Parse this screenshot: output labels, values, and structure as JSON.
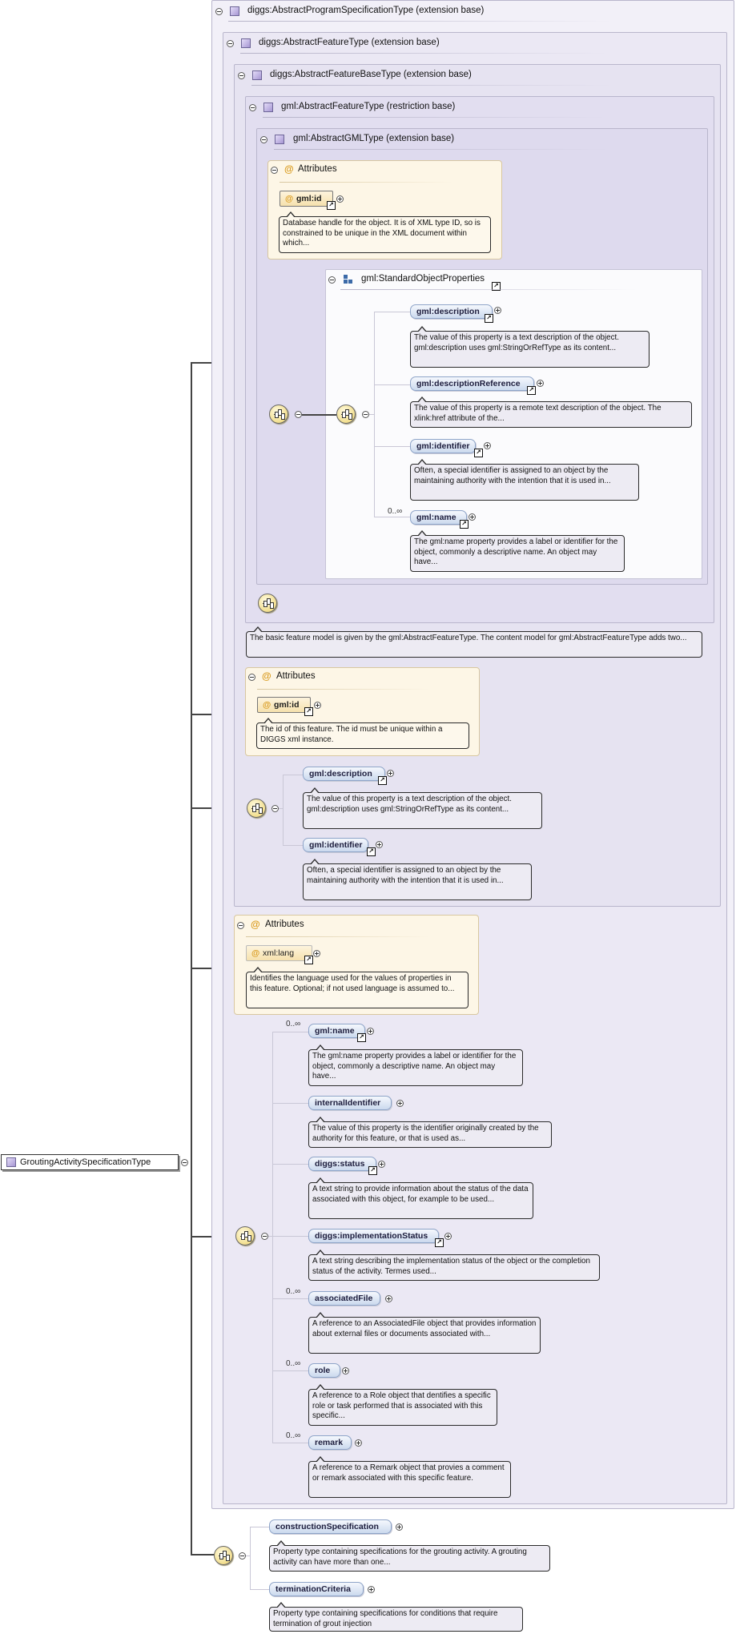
{
  "root": {
    "label": "GroutingActivitySpecificationType"
  },
  "groups": {
    "program_spec": "diggs:AbstractProgramSpecificationType (extension base)",
    "feature": "diggs:AbstractFeatureType (extension base)",
    "feature_base": "diggs:AbstractFeatureBaseType (extension base)",
    "gml_feature": "gml:AbstractFeatureType (restriction base)",
    "gml_type": "gml:AbstractGMLType (extension base)",
    "std_props": "gml:StandardObjectProperties"
  },
  "attributes_label": "Attributes",
  "attrs": {
    "gml_id_1": {
      "name": "gml:id",
      "doc": "Database handle for the object. It is of XML type ID, so is constrained to be unique in the XML document within which..."
    },
    "gml_id_2": {
      "name": "gml:id",
      "doc": "The id of this feature. The id must be unique within a DIGGS xml instance."
    },
    "xml_lang": {
      "name": "xml:lang",
      "doc": "Identifies the language used for the values of properties in this feature. Optional; if not used language is assumed to..."
    }
  },
  "std_elements": [
    {
      "name": "gml:description",
      "doc": "The value of this property is a text description of the object. gml:description uses gml:StringOrRefType as its content..."
    },
    {
      "name": "gml:descriptionReference",
      "doc": "The value of this property is a remote text description of the object. The xlink:href attribute of the..."
    },
    {
      "name": "gml:identifier",
      "doc": "Often, a special identifier is assigned to an object by the maintaining authority with the intention that it is used in..."
    },
    {
      "name": "gml:name",
      "occ": "0..∞",
      "doc": "The gml:name property provides a label or identifier for the object, commonly a descriptive name. An object may have..."
    }
  ],
  "gml_feature_doc": "The basic feature model is given by the gml:AbstractFeatureType. The content model for gml:AbstractFeatureType adds two...",
  "feature_elements": [
    {
      "name": "gml:description",
      "doc": "The value of this property is a text description of the object. gml:description uses gml:StringOrRefType as its content..."
    },
    {
      "name": "gml:identifier",
      "doc": "Often, a special identifier is assigned to an object by the maintaining authority with the intention that it is used in..."
    }
  ],
  "program_elements": [
    {
      "name": "gml:name",
      "occ": "0..∞",
      "doc": "The gml:name property provides a label or identifier for the object, commonly a descriptive name. An object may have..."
    },
    {
      "name": "internalIdentifier",
      "doc": "The value of this property is the identifier originally created by the authority for this feature, or that is used as..."
    },
    {
      "name": "diggs:status",
      "doc": "A text string to provide information about the status of the data associated with this object, for example to be used..."
    },
    {
      "name": "diggs:implementationStatus",
      "doc": "A text string describing the implementation status of the object or the completion status of the activity. Termes used..."
    },
    {
      "name": "associatedFile",
      "occ": "0..∞",
      "doc": "A reference to an AssociatedFile object that provides information about external files or documents associated with..."
    },
    {
      "name": "role",
      "occ": "0..∞",
      "doc": "A reference to a Role object that dentifies a specific role or task performed that is associated with this specific..."
    },
    {
      "name": "remark",
      "occ": "0..∞",
      "doc": "A reference to a Remark object that provies a comment or remark associated with this specific feature."
    }
  ],
  "grouting_elements": [
    {
      "name": "constructionSpecification",
      "doc": "Property type containing specifications for the grouting activity. A grouting activity can have more than one..."
    },
    {
      "name": "terminationCriteria",
      "doc": "Property type containing specifications for conditions that require termination of grout injection"
    }
  ],
  "colors": {
    "element_fill": "#cbd9ee",
    "attribute_fill": "#f6e1ad",
    "compositor_fill": "#f2de8e",
    "type_icon": "#a696d3"
  }
}
